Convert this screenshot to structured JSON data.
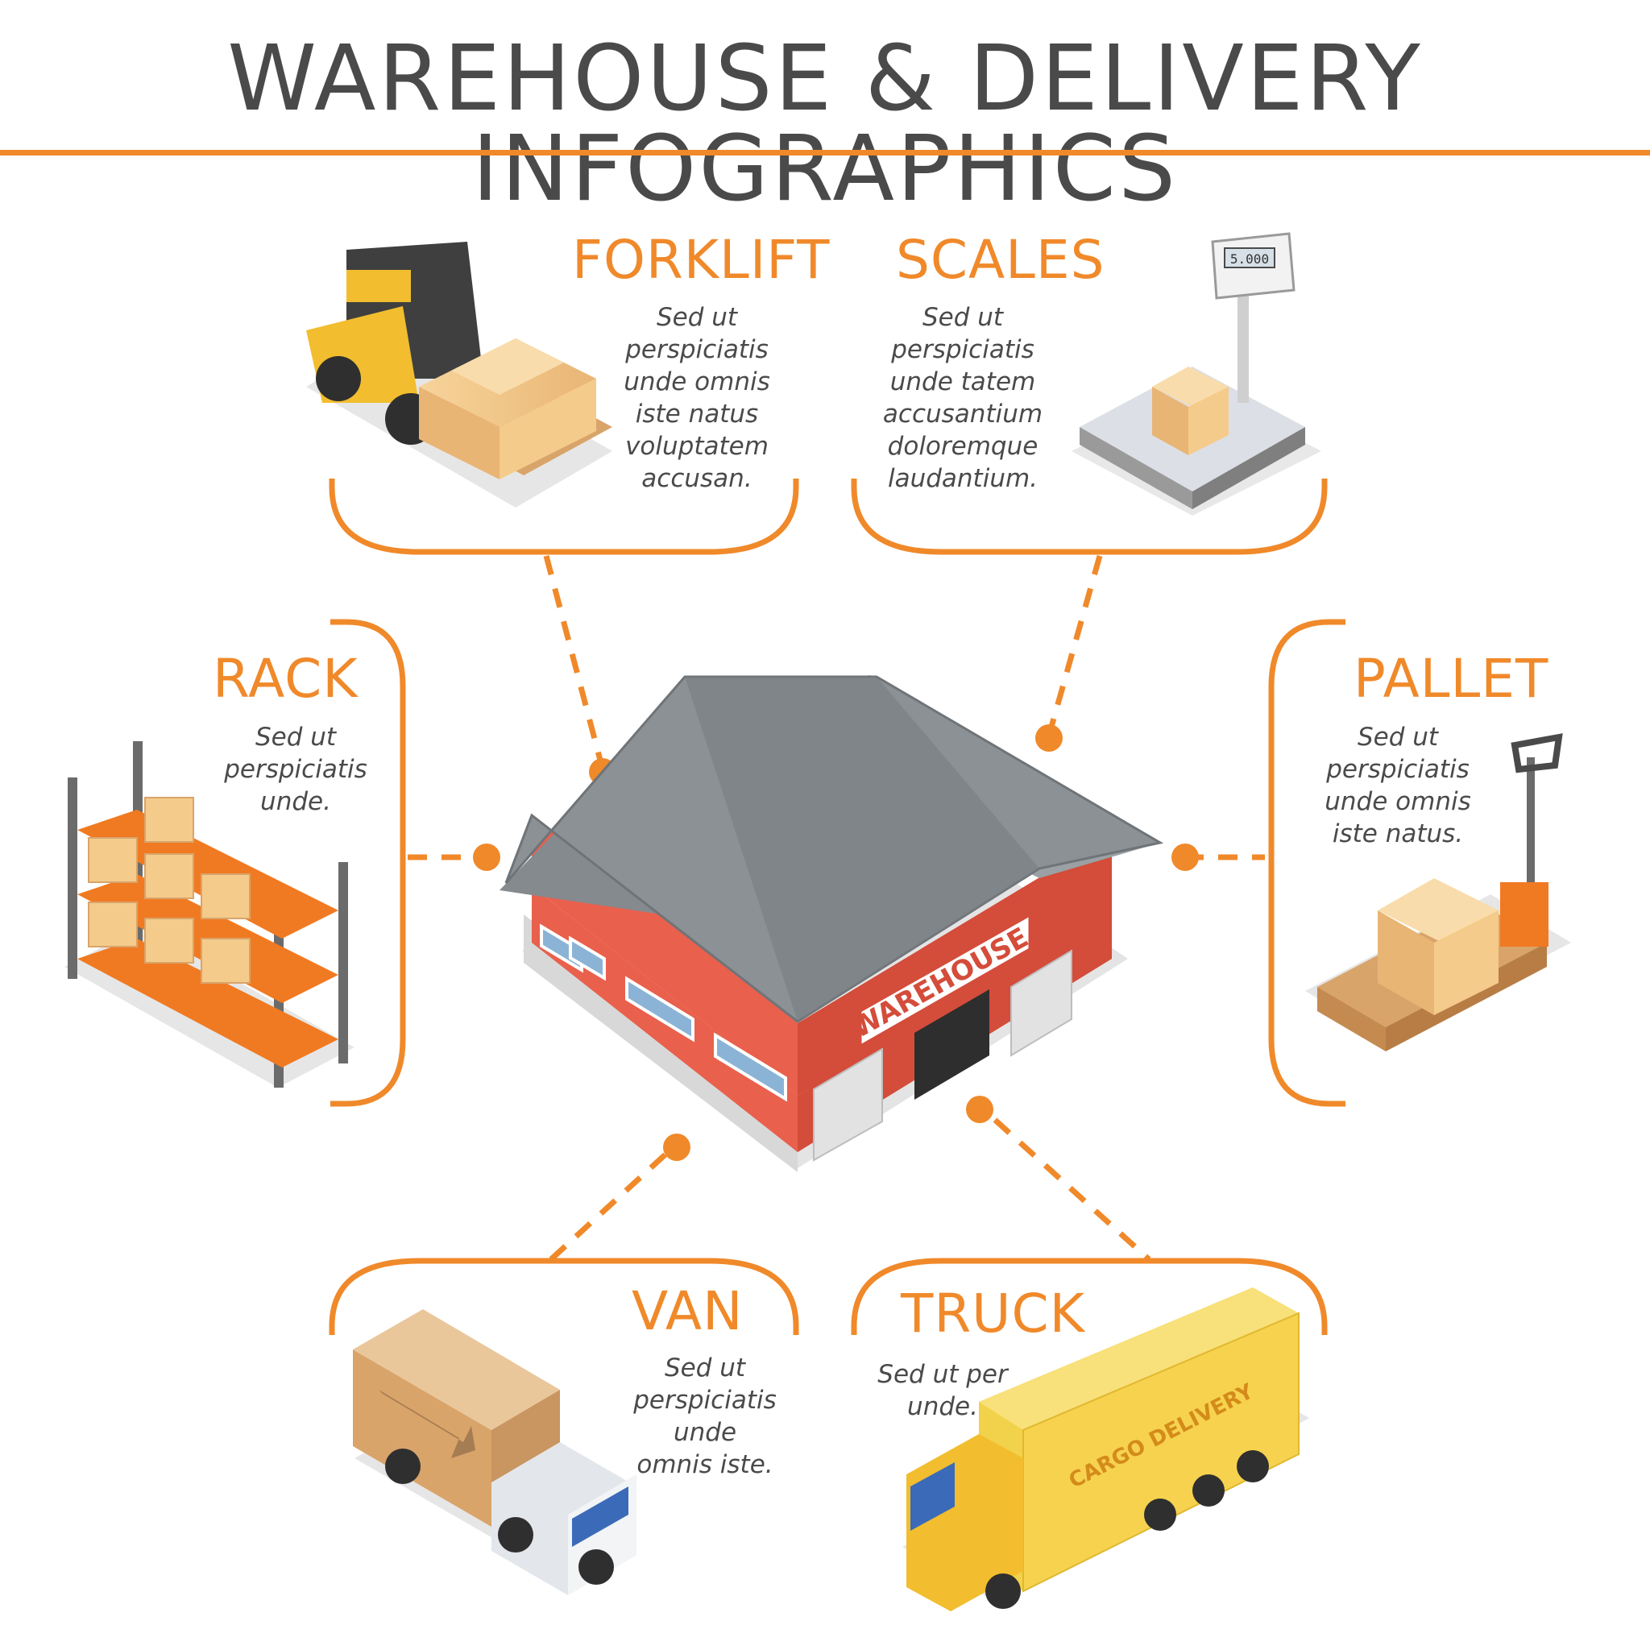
{
  "title": "WAREHOUSE & DELIVERY INFOGRAPHICS",
  "accent_color": "#f0892a",
  "sections": {
    "forklift": {
      "heading": "FORKLIFT",
      "lines": [
        "Sed ut",
        "perspiciatis",
        "unde omnis",
        "iste natus",
        "voluptatem",
        "accusan."
      ]
    },
    "scales": {
      "heading": "SCALES",
      "lines": [
        "Sed ut",
        "perspiciatis",
        "unde tatem",
        "accusantium",
        "doloremque",
        "laudantium."
      ],
      "display": "5.000"
    },
    "rack": {
      "heading": "RACK",
      "lines": [
        "Sed ut",
        "perspiciatis",
        "unde."
      ]
    },
    "pallet": {
      "heading": "PALLET",
      "lines": [
        "Sed ut",
        "perspiciatis",
        "unde omnis",
        "iste natus."
      ]
    },
    "van": {
      "heading": "VAN",
      "lines": [
        "Sed ut",
        "perspiciatis",
        "unde",
        "omnis iste."
      ]
    },
    "truck": {
      "heading": "TRUCK",
      "lines": [
        "Sed ut per",
        "unde."
      ],
      "trailer_text": "CARGO DELIVERY"
    }
  },
  "warehouse": {
    "sign": "WAREHOUSE"
  },
  "icons": [
    "forklift-illustration",
    "scales-illustration",
    "rack-illustration",
    "pallet-jack-illustration",
    "van-illustration",
    "truck-illustration",
    "warehouse-illustration"
  ]
}
